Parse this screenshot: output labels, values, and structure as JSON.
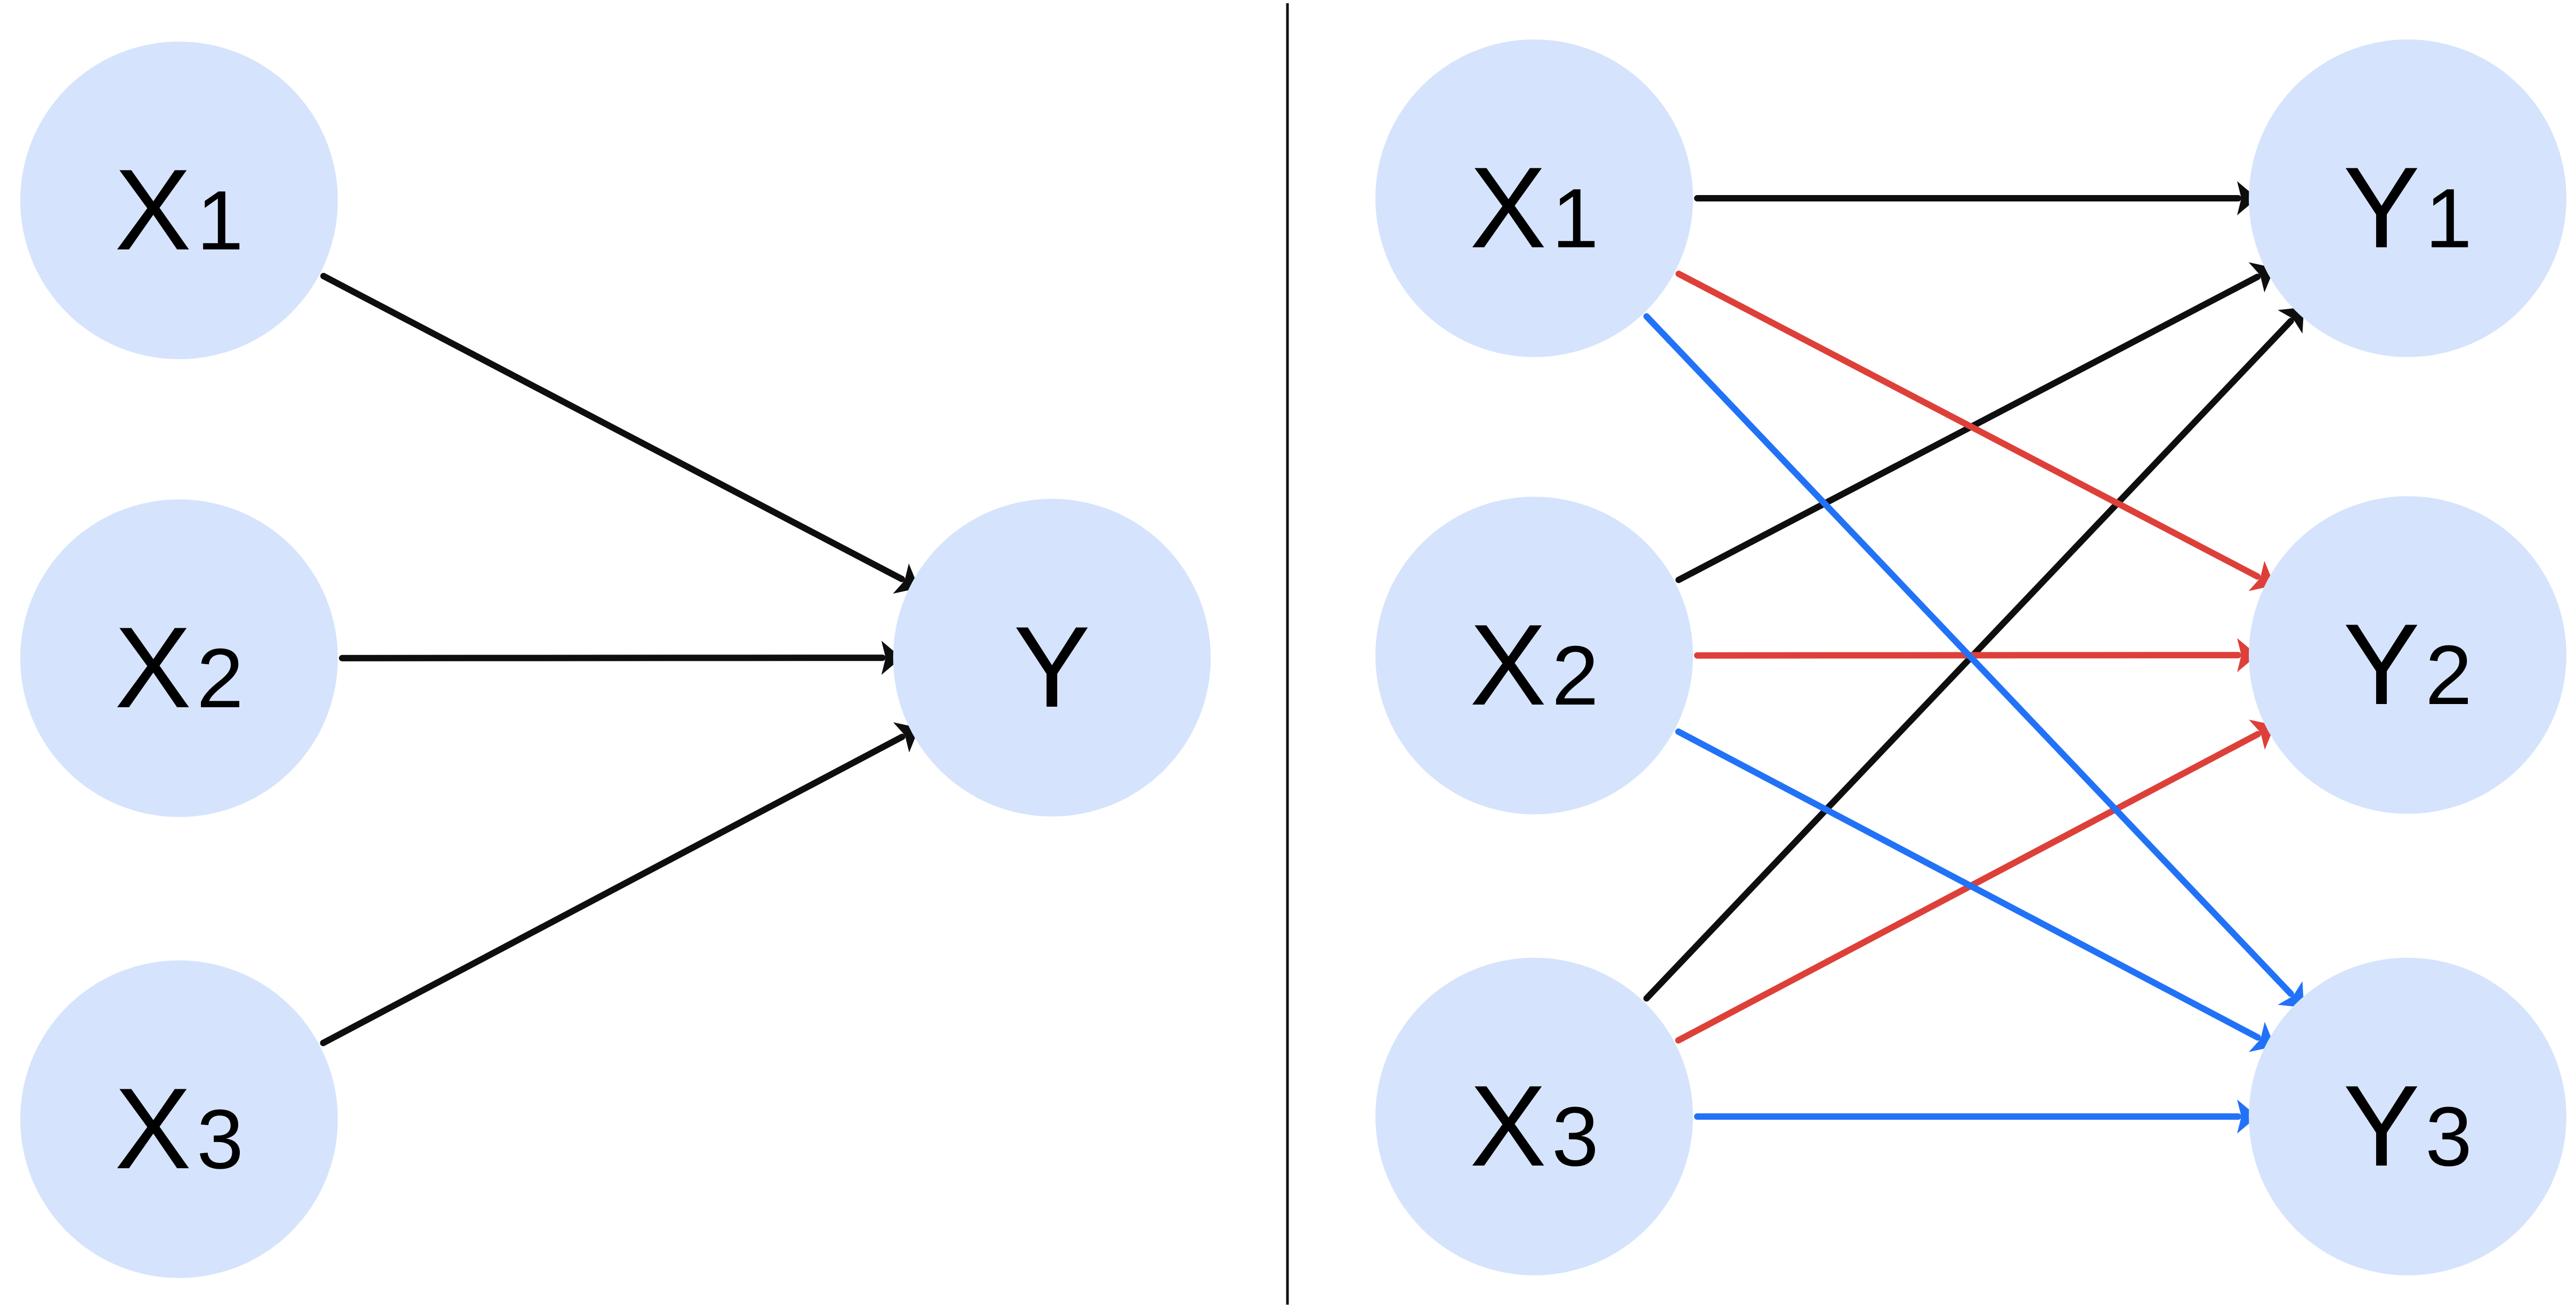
{
  "colors": {
    "node_fill": "#D5E4FC",
    "black": "#0E0E0E",
    "red": "#DD4039",
    "blue": "#2272F7",
    "divider": "#111111"
  },
  "left_panel": {
    "nodes": [
      {
        "id": "X1",
        "letter": "X",
        "sub": "1"
      },
      {
        "id": "X2",
        "letter": "X",
        "sub": "2"
      },
      {
        "id": "X3",
        "letter": "X",
        "sub": "3"
      },
      {
        "id": "Y",
        "letter": "Y",
        "sub": ""
      }
    ],
    "edges": [
      {
        "from": "X1",
        "to": "Y",
        "color": "black"
      },
      {
        "from": "X2",
        "to": "Y",
        "color": "black"
      },
      {
        "from": "X3",
        "to": "Y",
        "color": "black"
      }
    ]
  },
  "right_panel": {
    "nodes": [
      {
        "id": "X1",
        "letter": "X",
        "sub": "1"
      },
      {
        "id": "X2",
        "letter": "X",
        "sub": "2"
      },
      {
        "id": "X3",
        "letter": "X",
        "sub": "3"
      },
      {
        "id": "Y1",
        "letter": "Y",
        "sub": "1"
      },
      {
        "id": "Y2",
        "letter": "Y",
        "sub": "2"
      },
      {
        "id": "Y3",
        "letter": "Y",
        "sub": "3"
      }
    ],
    "edges": [
      {
        "from": "X1",
        "to": "Y1",
        "color": "black"
      },
      {
        "from": "X2",
        "to": "Y1",
        "color": "black"
      },
      {
        "from": "X3",
        "to": "Y1",
        "color": "black"
      },
      {
        "from": "X1",
        "to": "Y2",
        "color": "red"
      },
      {
        "from": "X2",
        "to": "Y2",
        "color": "red"
      },
      {
        "from": "X3",
        "to": "Y2",
        "color": "red"
      },
      {
        "from": "X1",
        "to": "Y3",
        "color": "blue"
      },
      {
        "from": "X2",
        "to": "Y3",
        "color": "blue"
      },
      {
        "from": "X3",
        "to": "Y3",
        "color": "blue"
      }
    ]
  }
}
